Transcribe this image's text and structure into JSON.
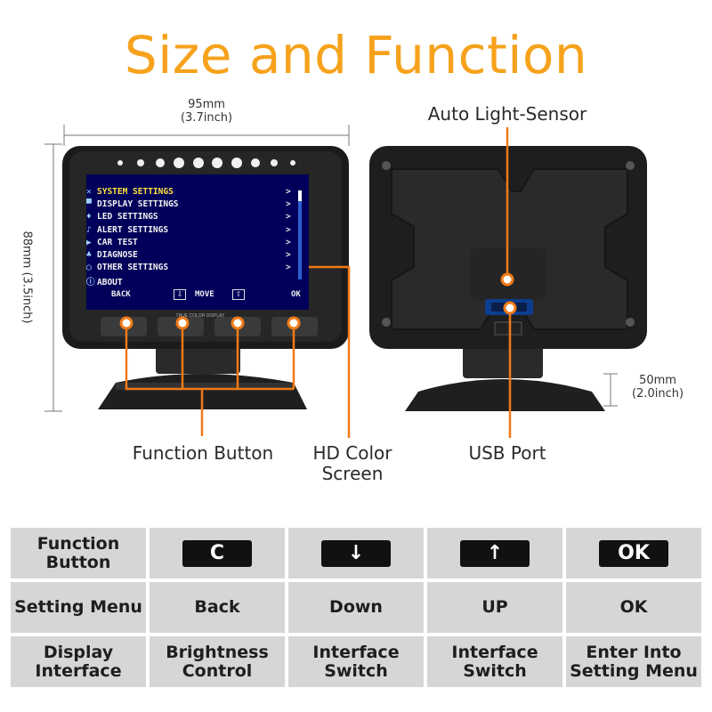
{
  "title": "Size and Function",
  "dimensions": {
    "width_mm": "95mm",
    "width_in": "(3.7inch)",
    "height_mm": "88mm",
    "height_in": "(3.5inch)",
    "stand_mm": "50mm",
    "stand_in": "(2.0inch)"
  },
  "screen": {
    "menu": [
      {
        "icon": "wrench-icon",
        "glyph": "✕",
        "label": "SYSTEM SETTINGS",
        "selected": true
      },
      {
        "icon": "monitor-icon",
        "glyph": "▀",
        "label": "DISPLAY SETTINGS"
      },
      {
        "icon": "bulb-icon",
        "glyph": "♦",
        "label": "LED SETTINGS"
      },
      {
        "icon": "bell-icon",
        "glyph": "♪",
        "label": "ALERT SETTINGS"
      },
      {
        "icon": "flag-icon",
        "glyph": "▶",
        "label": "CAR TEST"
      },
      {
        "icon": "car-icon",
        "glyph": "♣",
        "label": "DIAGNOSE"
      },
      {
        "icon": "power-icon",
        "glyph": "◯",
        "label": "OTHER SETTINGS"
      },
      {
        "icon": "info-icon",
        "glyph": "ⓘ",
        "label": "ABOUT"
      }
    ],
    "arrow": ">",
    "footer_back": "BACK",
    "footer_move": "MOVE",
    "footer_down": "⇩",
    "footer_up": "⇧",
    "footer_ok": "OK",
    "tagline": "TRUE COLOR DISPLAY"
  },
  "callouts": {
    "light_sensor": "Auto Light-Sensor",
    "function_button": "Function Button",
    "hd_screen_1": "HD Color",
    "hd_screen_2": "Screen",
    "usb_port": "USB Port"
  },
  "accent_color": "#f6a21c",
  "table": {
    "header_row": [
      "Function Button",
      "C",
      "↓",
      "↑",
      "OK"
    ],
    "rows": [
      [
        "Setting Menu",
        "Back",
        "Down",
        "UP",
        "OK"
      ],
      [
        "Display Interface",
        "Brightness Control",
        "Interface Switch",
        "Interface Switch",
        "Enter Into Setting Menu"
      ]
    ]
  }
}
